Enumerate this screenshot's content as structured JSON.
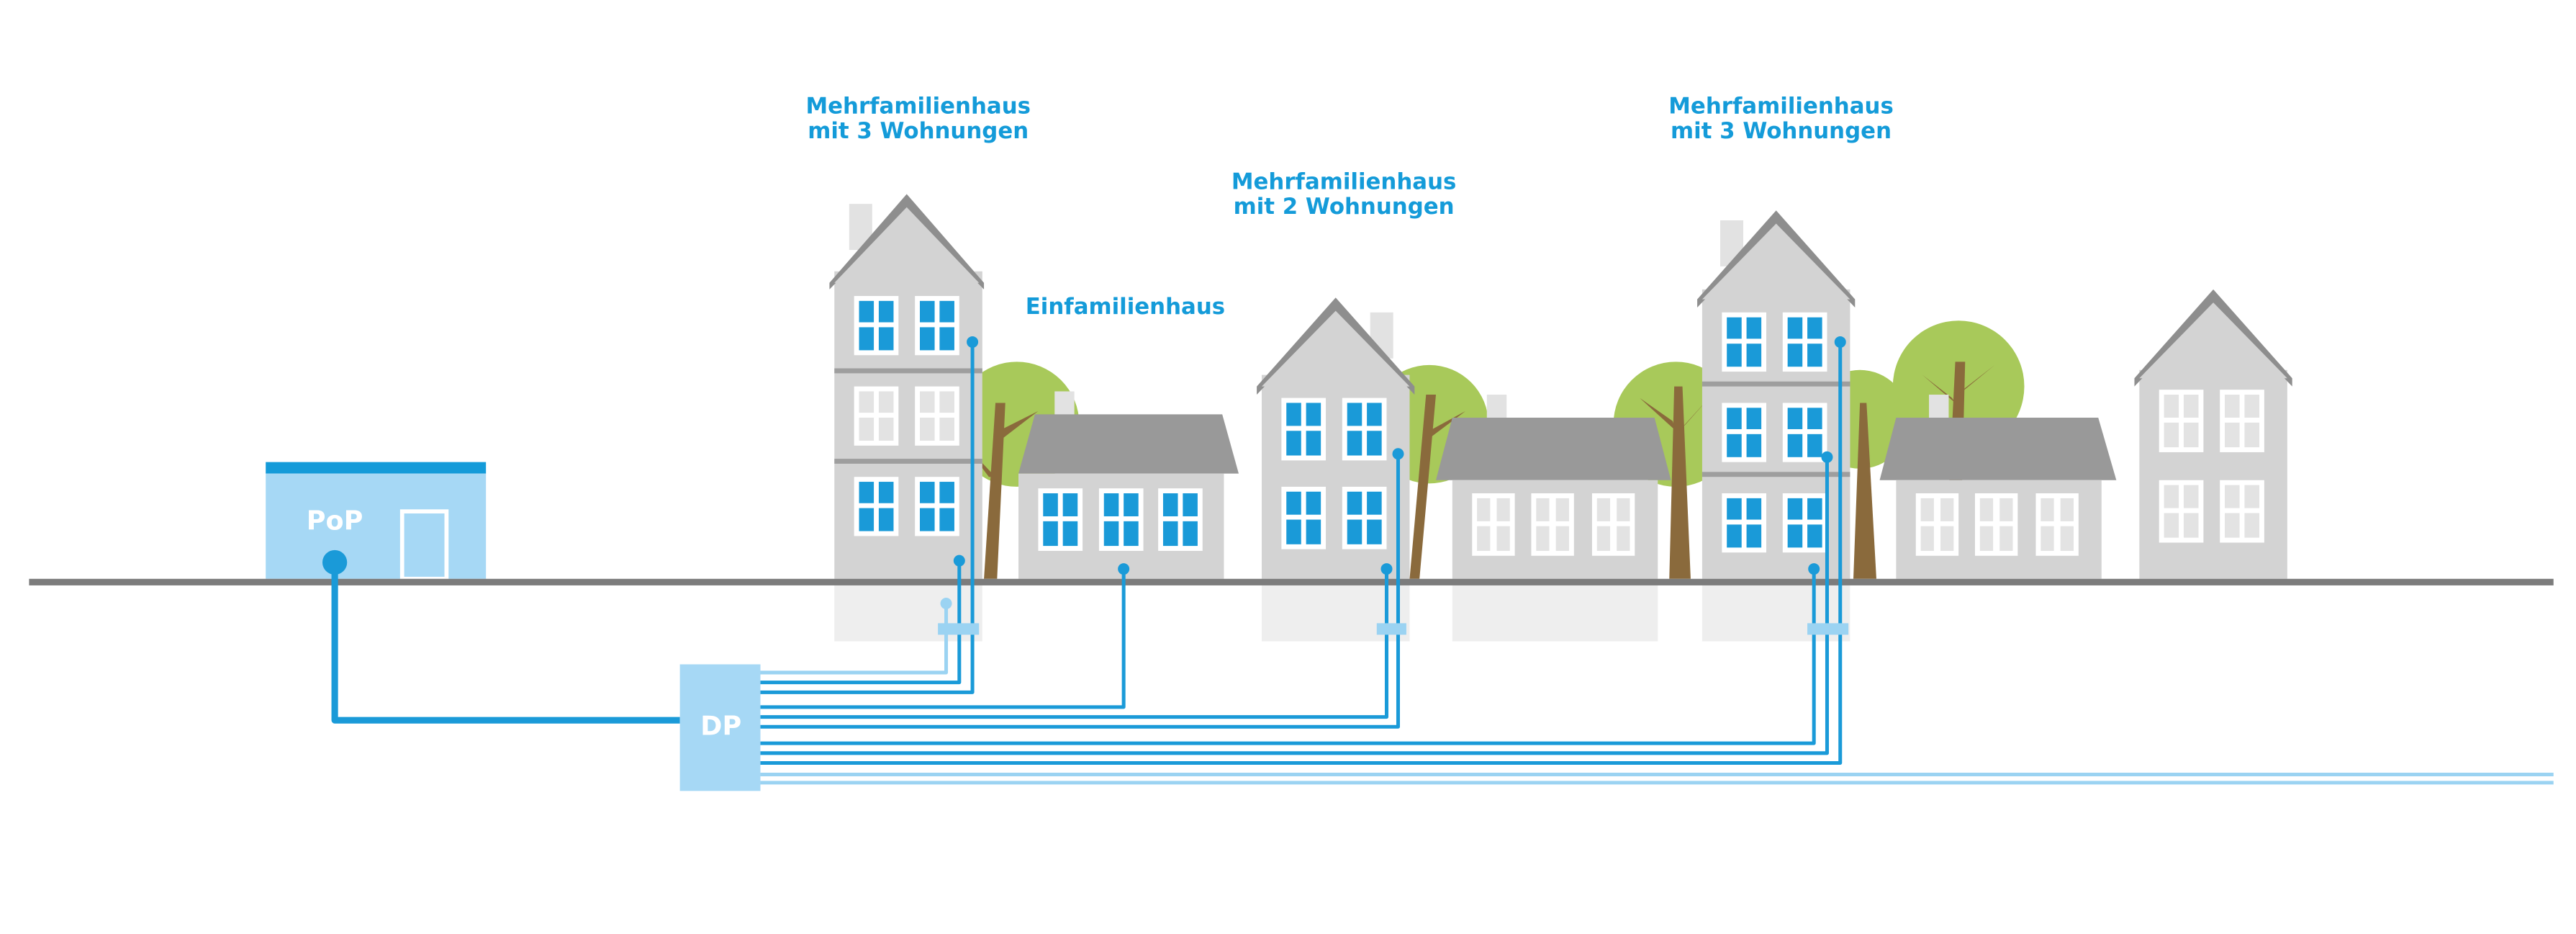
{
  "labels": {
    "house1_line1": "Mehrfamilienhaus",
    "house1_line2": "mit 3 Wohnungen",
    "house2": "Einfamilienhaus",
    "house3_line1": "Mehrfamilienhaus",
    "house3_line2": "mit 2 Wohnungen",
    "house4_line1": "Mehrfamilienhaus",
    "house4_line2": "mit 3 Wohnungen"
  },
  "pop_label": "PoP",
  "dp_label": "DP",
  "colors": {
    "fiber": "#1a9ad8",
    "fiber_light": "#9bd3f2",
    "pop_box": "#a6d8f5",
    "pop_roof": "#149bd9",
    "building": "#d3d3d3",
    "roof": "#8e8e8e",
    "window_active": "#1a9ad8",
    "window_inactive": "#e3e3e3",
    "tree_crown": "#a8c95a",
    "tree_trunk": "#8a6a3c",
    "ground": "#7c7c7c"
  }
}
